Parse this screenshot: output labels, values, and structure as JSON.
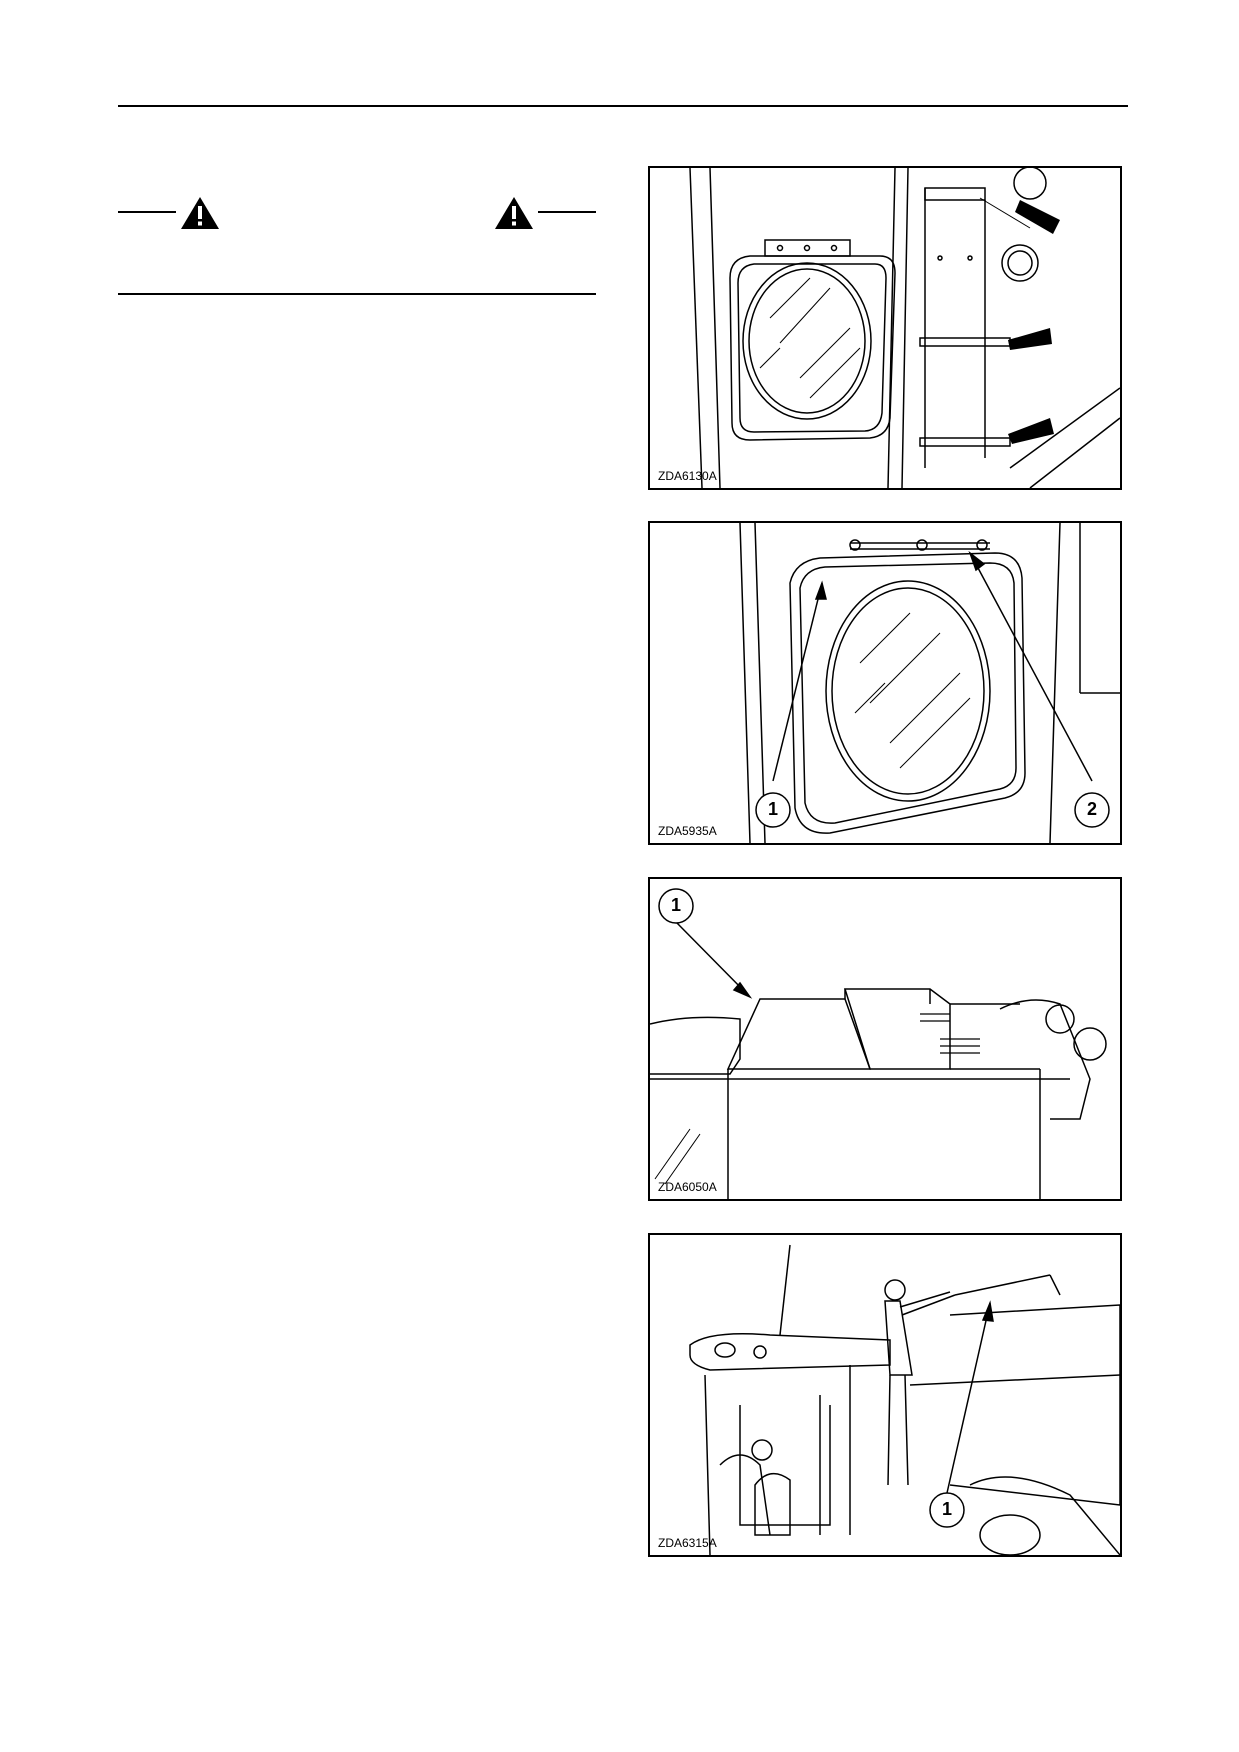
{
  "page": {
    "icons": [
      "warning-triangle-icon",
      "warning-triangle-icon"
    ]
  },
  "figures": [
    {
      "code": "ZDA6130A",
      "callouts": []
    },
    {
      "code": "ZDA5935A",
      "callouts": [
        "1",
        "2"
      ]
    },
    {
      "code": "ZDA6050A",
      "callouts": [
        "1"
      ]
    },
    {
      "code": "ZDA6315A",
      "callouts": [
        "1"
      ]
    }
  ]
}
